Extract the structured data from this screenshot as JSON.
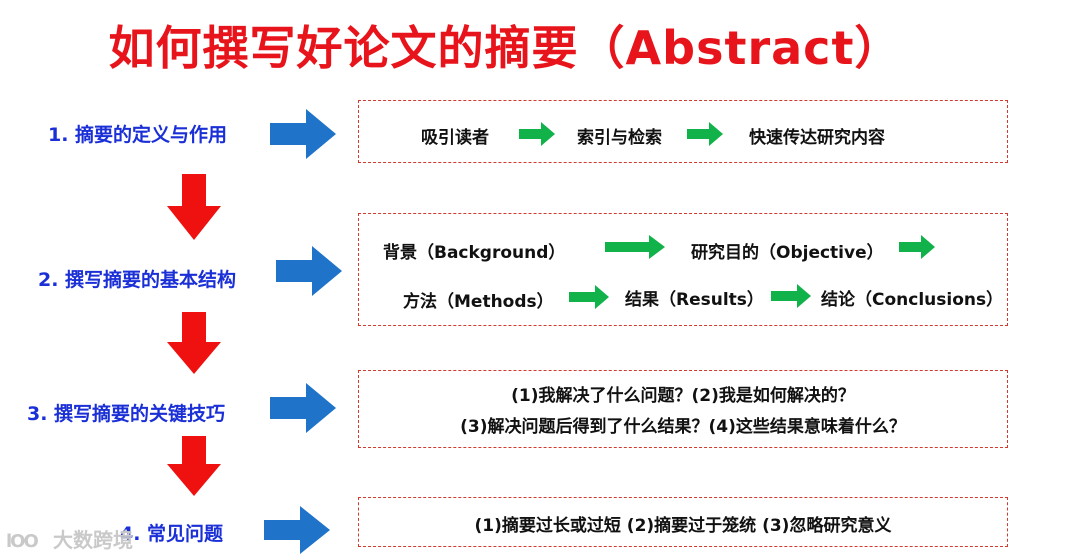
{
  "title": "如何撰写好论文的摘要（Abstract）",
  "steps": [
    {
      "label": "1. 摘要的定义与作用"
    },
    {
      "label": "2. 撰写摘要的基本结构"
    },
    {
      "label": "3. 撰写摘要的关键技巧"
    },
    {
      "label": "4. 常见问题"
    }
  ],
  "box1": {
    "items": [
      "吸引读者",
      "索引与检索",
      "快速传达研究内容"
    ]
  },
  "box2": {
    "background": "背景（Background）",
    "objective": "研究目的（Objective）",
    "methods": "方法（Methods）",
    "results": "结果（Results）",
    "conclusions": "结论（Conclusions）"
  },
  "box3": {
    "line1": "(1)我解决了什么问题？(2)我是如何解决的？",
    "line2": "(3)解决问题后得到了什么结果？(4)这些结果意味着什么？"
  },
  "box4": {
    "line1": "(1)摘要过长或过短 (2)摘要过于笼统 (3)忽略研究意义"
  },
  "watermark": {
    "logo": "lOO",
    "text": "大数跨境"
  },
  "colors": {
    "title": "#e8141b",
    "step_label": "#1a2fd6",
    "blue_arrow": "#1f73c9",
    "red_arrow": "#ef1010",
    "green_arrow": "#12b24b",
    "box_border": "#d23a2e"
  }
}
